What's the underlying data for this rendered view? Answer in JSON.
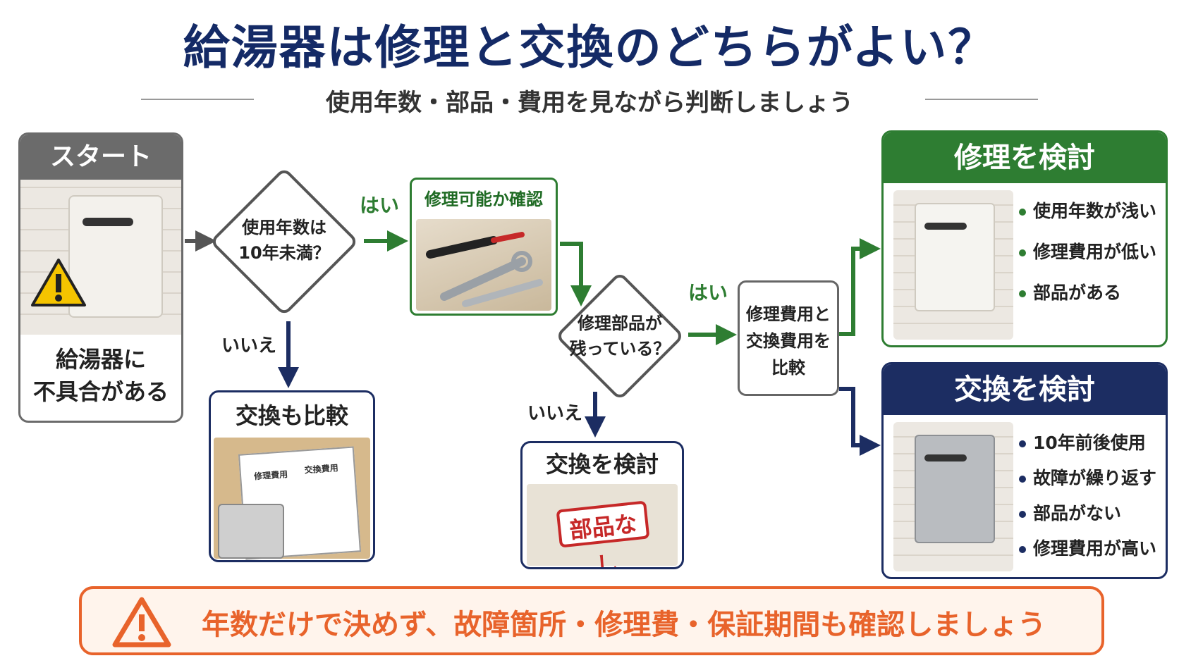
{
  "title": "給湯器は修理と交換のどちらがよい？",
  "subtitle": "使用年数・部品・費用を見ながら判断しましょう",
  "start": {
    "header": "スタート",
    "line1": "給湯器に",
    "line2": "不具合がある"
  },
  "decision1": {
    "line1": "使用年数は",
    "line2": "10年未満？"
  },
  "decision2": {
    "line1": "修理部品が",
    "line2": "残っている？"
  },
  "yes_label": "はい",
  "no_label": "いいえ",
  "repair_check": {
    "title": "修理可能か確認"
  },
  "compare_costs": {
    "line1": "修理費用と",
    "line2": "交換費用を",
    "line3": "比較"
  },
  "also_compare": {
    "title": "交換も比較",
    "sheet_col1": "修理費用",
    "sheet_col2": "交換費用"
  },
  "exchange_no_parts": {
    "title": "交換を検討",
    "stamp": "部品なし"
  },
  "repair_result": {
    "header": "修理を検討",
    "bullets": [
      "使用年数が浅い",
      "修理費用が低い",
      "部品がある"
    ]
  },
  "exchange_result": {
    "header": "交換を検討",
    "bullets": [
      "10年前後使用",
      "故障が繰り返す",
      "部品がない",
      "修理費用が高い"
    ]
  },
  "banner": "年数だけで決めず、故障箇所・修理費・保証期間も確認しましょう",
  "colors": {
    "navy": "#142a66",
    "green": "#2e7d32",
    "gray": "#6b6b6b",
    "orange": "#e8632b",
    "red": "#c62828"
  }
}
